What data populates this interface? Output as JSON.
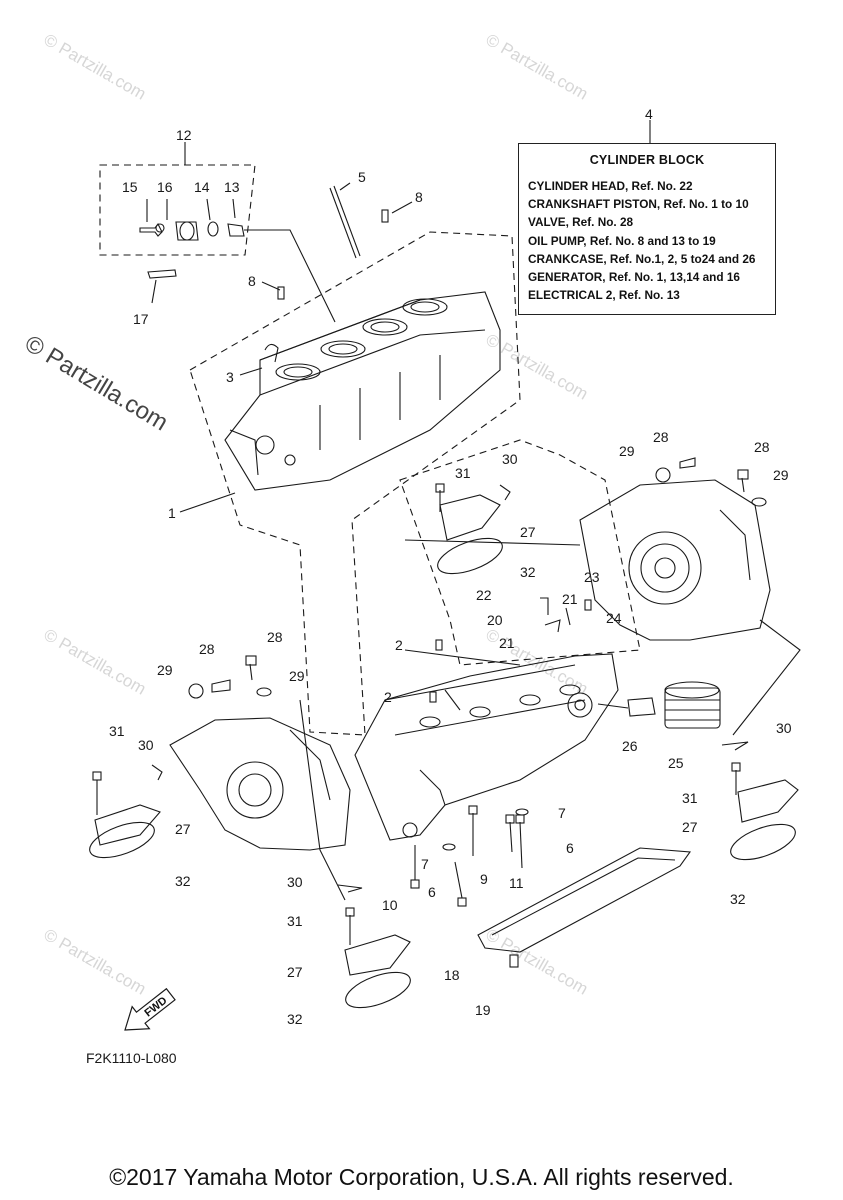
{
  "reference_box": {
    "callout": "4",
    "title": "CYLINDER BLOCK",
    "lines": [
      "CYLINDER HEAD, Ref. No. 22",
      "CRANKSHAFT PISTON, Ref. No. 1 to 10",
      "VALVE, Ref. No. 28",
      "OIL PUMP, Ref. No. 8 and 13 to 19",
      "CRANKCASE, Ref. No.1, 2, 5 to24 and 26",
      "GENERATOR, Ref. No. 1, 13,14 and 16",
      "ELECTRICAL 2, Ref. No. 13"
    ]
  },
  "callouts": {
    "c1": "1",
    "c2a": "2",
    "c2b": "2",
    "c3": "3",
    "c5": "5",
    "c6a": "6",
    "c6b": "6",
    "c7a": "7",
    "c7b": "7",
    "c8a": "8",
    "c8b": "8",
    "c9": "9",
    "c10": "10",
    "c11": "11",
    "c12": "12",
    "c13": "13",
    "c14": "14",
    "c15": "15",
    "c16": "16",
    "c17": "17",
    "c18": "18",
    "c19": "19",
    "c20": "20",
    "c21a": "21",
    "c21b": "21",
    "c22": "22",
    "c23": "23",
    "c24": "24",
    "c25": "25",
    "c26": "26",
    "c27a": "27",
    "c27b": "27",
    "c27c": "27",
    "c27d": "27",
    "c28a": "28",
    "c28b": "28",
    "c28c": "28",
    "c28d": "28",
    "c29a": "29",
    "c29b": "29",
    "c29c": "29",
    "c29d": "29",
    "c30a": "30",
    "c30b": "30",
    "c30c": "30",
    "c30d": "30",
    "c31a": "31",
    "c31b": "31",
    "c31c": "31",
    "c31d": "31",
    "c32a": "32",
    "c32b": "32",
    "c32c": "32",
    "c32d": "32"
  },
  "fwd_label": "FWD",
  "figure_code": "F2K1110-L080",
  "watermark_text": "© Partzilla.com",
  "copyright": "©2017 Yamaha Motor Corporation, U.S.A. All rights reserved."
}
